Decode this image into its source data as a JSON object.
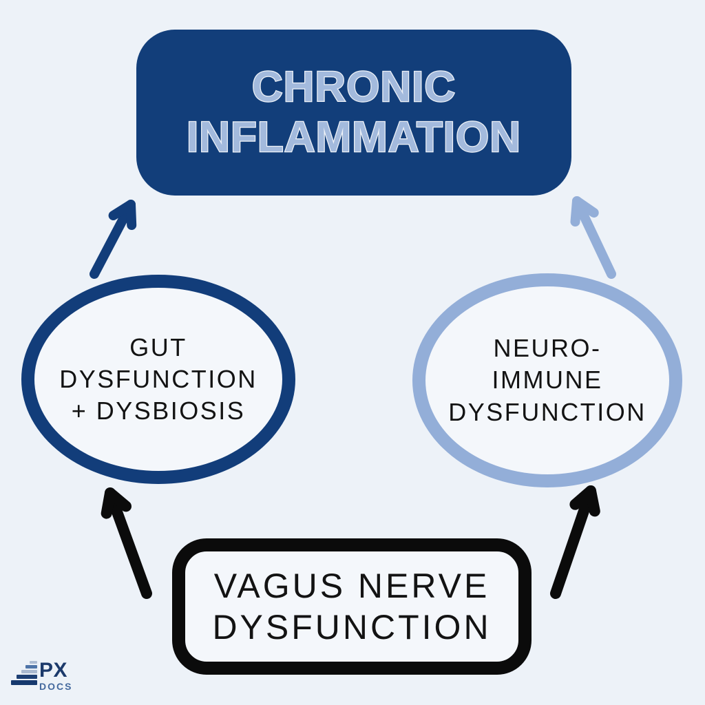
{
  "colors": {
    "background": "#edf2f8",
    "top_box_bg": "#123e7a",
    "heading_fill": "#a3badd",
    "navy": "#123d7a",
    "light_blue": "#93aed8",
    "black": "#0b0b0b",
    "shape_fill": "#f4f7fb",
    "text": "#131313",
    "logo_navy": "#1c3a6b",
    "logo_steel": "#44699e",
    "logo_bar_1": "#aebdd4",
    "logo_bar_2": "#4e74a8",
    "logo_bar_3": "#a9b9d0",
    "logo_bar_4": "#1d3f74",
    "logo_bar_5": "#16396e"
  },
  "diagram": {
    "top_box": {
      "lines": [
        "CHRONIC",
        "INFLAMMATION"
      ]
    },
    "left_ellipse": {
      "lines": [
        "GUT",
        "DYSFUNCTION",
        "+ DYSBIOSIS"
      ]
    },
    "right_ellipse": {
      "lines": [
        "NEURO-",
        "IMMUNE",
        "DYSFUNCTION"
      ]
    },
    "bottom_box": {
      "lines": [
        "VAGUS NERVE",
        "DYSFUNCTION"
      ]
    }
  },
  "logo": {
    "primary": "PX",
    "secondary": "DOCS"
  }
}
